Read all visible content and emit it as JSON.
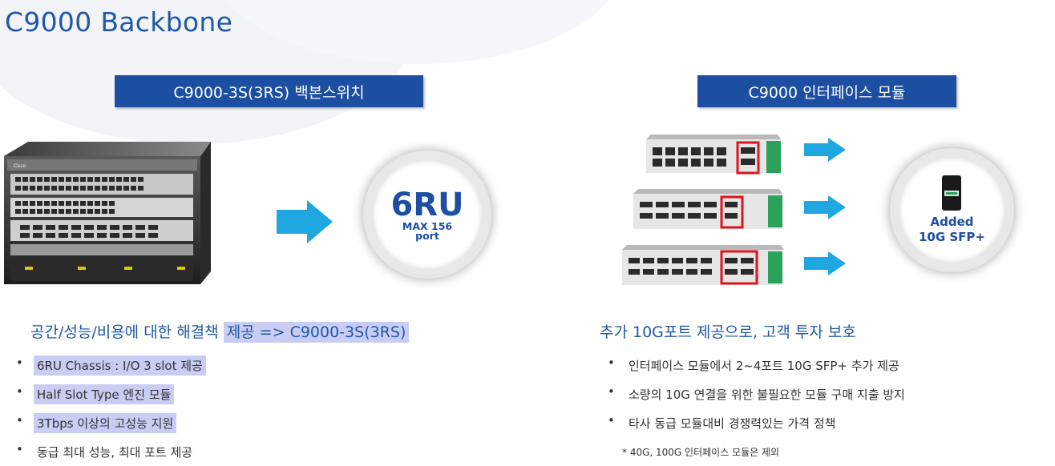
{
  "page": {
    "title": "C9000 Backbone"
  },
  "left": {
    "header": "C9000-3S(3RS) 백본스위치",
    "badge": {
      "big": "6RU",
      "small": "MAX 156 port"
    },
    "subtitle_plain": "공간/성능/비용에 대한 해결책 ",
    "subtitle_highlight": "제공 => C9000-3S(3RS)",
    "bullets": [
      "6RU Chassis : I/O 3 slot 제공",
      "Half Slot Type 엔진 모듈",
      "3Tbps 이상의 고성능 지원",
      "동급 최대 성능, 최대 포트 제공"
    ]
  },
  "right": {
    "header": "C9000 인터페이스 모듈",
    "badge": {
      "line1": "Added",
      "line2": "10G SFP+"
    },
    "subtitle": "추가 10G포트 제공으로, 고객 투자 보호",
    "bullets": [
      "인터페이스 모듈에서 2~4포트 10G SFP+ 추가 제공",
      "소량의 10G 연결을 위한 불필요한 모듈 구매 지출 방지",
      "타사 동급 모듈대비 경쟁력있는 가격 정책"
    ],
    "note": "* 40G, 100G 인터페이스 모듈은 제외"
  },
  "bullet_char": "•",
  "colors": {
    "brand_blue": "#1c4ea2",
    "title_blue": "#1f58a8",
    "highlight": "#c9cdf4",
    "arrow": "#1fa8df",
    "callout_red": "#e0141c",
    "pcb_green": "#2aa25a"
  },
  "icons": [
    "right-arrow-icon",
    "sfp-transceiver-icon"
  ]
}
